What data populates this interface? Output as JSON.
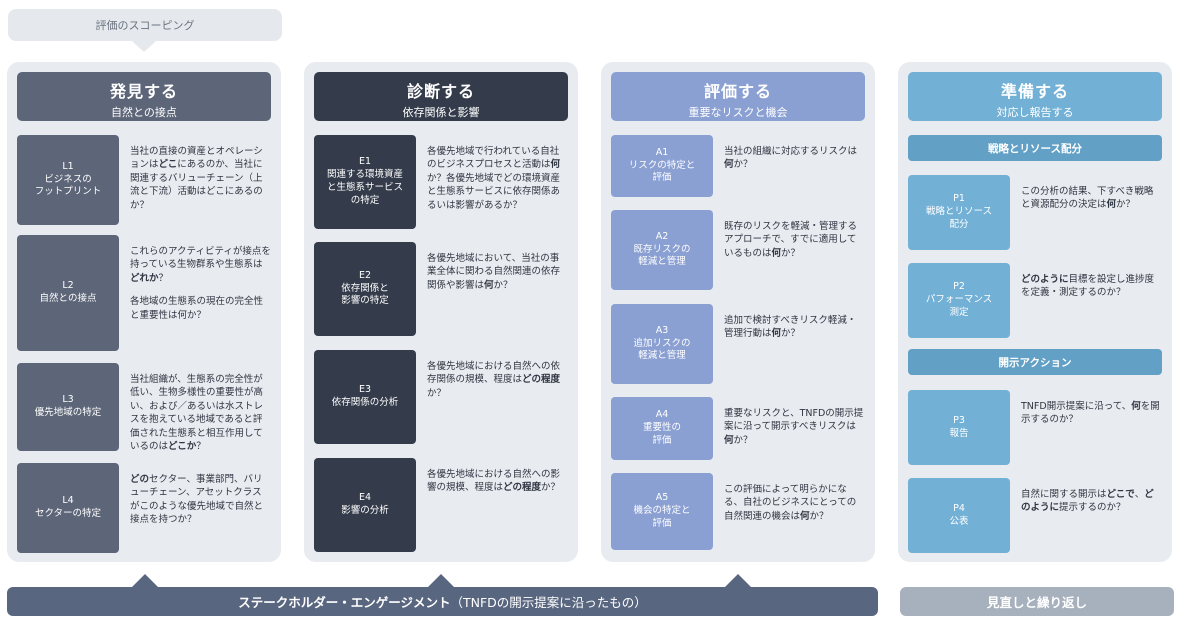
{
  "scoping": {
    "label": "評価のスコーピング"
  },
  "columns": [
    {
      "title": "発見する",
      "subtitle": "自然との接点",
      "color": "#5d6578",
      "items": [
        {
          "code": "L1",
          "label": "ビジネスの\nフットプリント",
          "html": "当社の直接の資産とオペレーションは<b>どこ</b>にあるのか、当社に関連するバリューチェーン（上流と下流）活動はどこにあるのか？"
        },
        {
          "code": "L2",
          "label": "自然との接点",
          "html": "<p>これらのアクティビティが接点を持っている生物群系や生態系は<b>どれか</b>？</p><p>各地域の生態系の現在の完全性と重要性は何か？</p>"
        },
        {
          "code": "L3",
          "label": "優先地域の特定",
          "html": "当社組織が、生態系の完全性が低い、生物多様性の重要性が高い、および／あるいは水ストレスを抱えている地域であると評価された生態系と相互作用しているのは<b>どこか</b>？"
        },
        {
          "code": "L4",
          "label": "セクターの特定",
          "html": "<b>どの</b>セクター、事業部門、バリューチェーン、アセットクラスがこのような優先地域で自然と接点を持つか？"
        }
      ]
    },
    {
      "title": "診断する",
      "subtitle": "依存関係と影響",
      "color": "#343c4b",
      "items": [
        {
          "code": "E1",
          "label": "関連する環境資産\nと生態系サービス\nの特定",
          "html": "各優先地域で行われている自社のビジネスプロセスと活動は<b>何</b>か？各優先地域でどの環境資産と生態系サービスに依存関係あるいは影響があるか？"
        },
        {
          "code": "E2",
          "label": "依存関係と\n影響の特定",
          "html": "各優先地域において、当社の事業全体に関わる自然関連の依存関係や影響は<b>何</b>か？"
        },
        {
          "code": "E3",
          "label": "依存関係の分析",
          "html": "各優先地域における自然への依存関係の規模、程度は<b>どの程度</b>か？"
        },
        {
          "code": "E4",
          "label": "影響の分析",
          "html": "各優先地域における自然への影響の規模、程度は<b>どの程度</b>か？"
        }
      ]
    },
    {
      "title": "評価する",
      "subtitle": "重要なリスクと機会",
      "color": "#8a9fd2",
      "items": [
        {
          "code": "A1",
          "label": "リスクの特定と\n評価",
          "html": "当社の組織に対応するリスクは<b>何</b>か？"
        },
        {
          "code": "A2",
          "label": "既存リスクの\n軽減と管理",
          "html": "既存のリスクを軽減・管理するアプローチで、すでに適用しているものは<b>何</b>か？"
        },
        {
          "code": "A3",
          "label": "追加リスクの\n軽減と管理",
          "html": "追加で検討すべきリスク軽減・管理行動は<b>何</b>か？"
        },
        {
          "code": "A4",
          "label": "重要性の\n評価",
          "html": "重要なリスクと、TNFDの開示提案に沿って開示すべきリスクは<b>何</b>か？"
        },
        {
          "code": "A5",
          "label": "機会の特定と\n評価",
          "html": "この評価によって明らかになる、自社のビジネスにとっての自然関連の機会は<b>何</b>か？"
        }
      ]
    },
    {
      "title": "準備する",
      "subtitle": "対応し報告する",
      "color": "#72b0d6",
      "subheaders": [
        "戦略とリソース配分",
        "開示アクション"
      ],
      "items": [
        {
          "code": "P1",
          "label": "戦略とリソース\n配分",
          "html": "この分析の結果、下すべき戦略と資源配分の決定は<b>何</b>か？"
        },
        {
          "code": "P2",
          "label": "パフォーマンス\n測定",
          "html": "<b>どのように</b>目標を設定し進捗度を定義・測定するのか？"
        },
        {
          "code": "P3",
          "label": "報告",
          "html": "TNFD開示提案に沿って、<b>何</b>を開示するのか？"
        },
        {
          "code": "P4",
          "label": "公表",
          "html": "自然に関する開示は<b>どこで</b>、<b>どのように</b>提示するのか？"
        }
      ]
    }
  ],
  "footer": {
    "engagement_main": "ステークホルダー・エンゲージメント",
    "engagement_note": "（TNFDの開示提案に沿ったもの）",
    "review": "見直しと繰り返し"
  }
}
